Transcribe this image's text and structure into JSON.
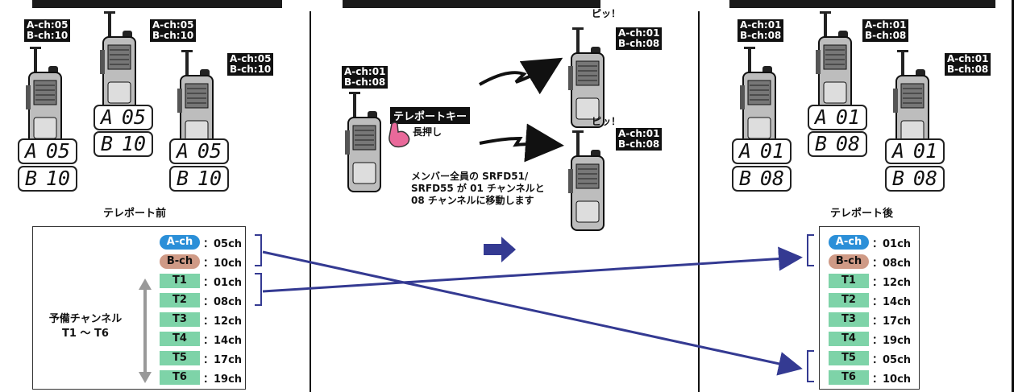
{
  "left_panel": {
    "radios": [
      {
        "a": "A-ch:05",
        "b": "B-ch:10"
      },
      {
        "a": "A-ch:05",
        "b": "B-ch:10"
      },
      {
        "a": "A-ch:05",
        "b": "B-ch:10"
      }
    ],
    "lcd": {
      "a": [
        "A",
        "05"
      ],
      "b": [
        "B",
        "10"
      ]
    },
    "caption": "テレポート前",
    "reserve_label": [
      "予備チャンネル",
      "T1 ～ T6"
    ],
    "rows": [
      {
        "tag": "A-ch",
        "value": "：05ch"
      },
      {
        "tag": "B-ch",
        "value": "：10ch"
      },
      {
        "tag": "T1",
        "value": "：01ch"
      },
      {
        "tag": "T2",
        "value": "：08ch"
      },
      {
        "tag": "T3",
        "value": "：12ch"
      },
      {
        "tag": "T4",
        "value": "：14ch"
      },
      {
        "tag": "T5",
        "value": "：17ch"
      },
      {
        "tag": "T6",
        "value": "：19ch"
      }
    ]
  },
  "middle_panel": {
    "sender": {
      "a": "A-ch:01",
      "b": "B-ch:08"
    },
    "key_label": "テレポートキー",
    "press_label": "長押し",
    "receivers": [
      {
        "beep": "ピッ！",
        "a": "A-ch:01",
        "b": "B-ch:08"
      },
      {
        "beep": "ピッ！",
        "a": "A-ch:01",
        "b": "B-ch:08"
      }
    ],
    "note": [
      "メンバー全員の SRFD51/",
      "SRFD55 が 01 チャンネルと",
      "08 チャンネルに移動します"
    ]
  },
  "right_panel": {
    "radios": [
      {
        "a": "A-ch:01",
        "b": "B-ch:08"
      },
      {
        "a": "A-ch:01",
        "b": "B-ch:08"
      },
      {
        "a": "A-ch:01",
        "b": "B-ch:08"
      }
    ],
    "lcd": {
      "a": [
        "A",
        "01"
      ],
      "b": [
        "B",
        "08"
      ]
    },
    "caption": "テレポート後",
    "rows": [
      {
        "tag": "A-ch",
        "value": "：01ch"
      },
      {
        "tag": "B-ch",
        "value": "：08ch"
      },
      {
        "tag": "T1",
        "value": "：12ch"
      },
      {
        "tag": "T2",
        "value": "：14ch"
      },
      {
        "tag": "T3",
        "value": "：17ch"
      },
      {
        "tag": "T4",
        "value": "：19ch"
      },
      {
        "tag": "T5",
        "value": "：05ch"
      },
      {
        "tag": "T6",
        "value": "：10ch"
      }
    ]
  },
  "colors": {
    "arrow": "#343a92",
    "a_tag": "#2b8fd8",
    "b_tag": "#cf9a86",
    "t_tag": "#7ed3a8",
    "hand": "#e9699a"
  }
}
